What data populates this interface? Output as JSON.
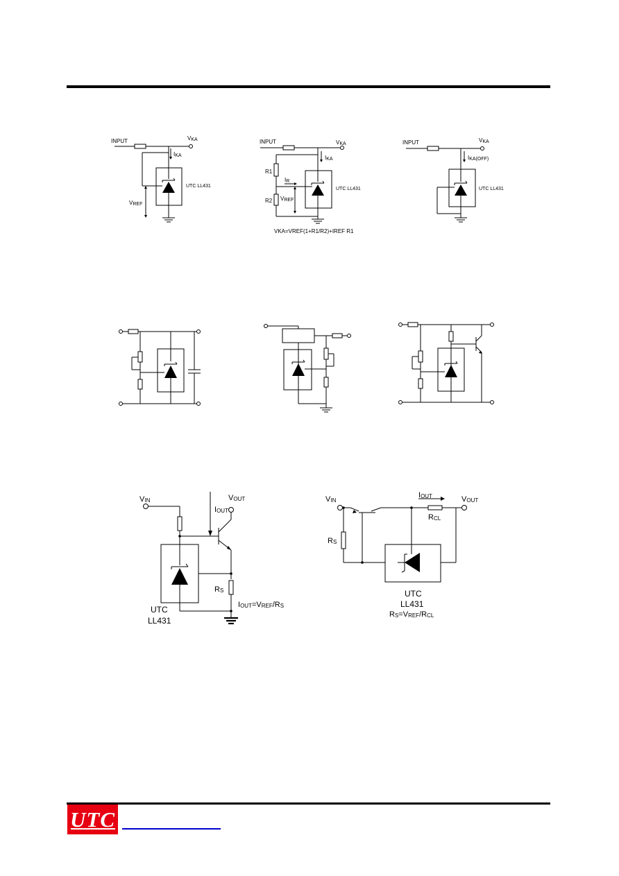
{
  "fig_a": {
    "input_label": "INPUT",
    "vka_label": "V",
    "vka_sub": "KA",
    "ika_label": "I",
    "ika_sub": "KA",
    "device_label": "UTC LL431",
    "vref_label": "V",
    "vref_sub": "REF"
  },
  "fig_b": {
    "input_label": "INPUT",
    "vka_label": "V",
    "vka_sub": "KA",
    "ika_label": "I",
    "ika_sub": "KA",
    "r1_label": "R1",
    "r2_label": "R2",
    "iref_label": "I",
    "iref_sub": "R",
    "vref_label": "V",
    "vref_sub": "REF",
    "device_label": "UTC LL431",
    "formula": "VKA=VREF(1+R1/R2)+IREF R1"
  },
  "fig_c": {
    "input_label": "INPUT",
    "vka_label": "V",
    "vka_sub": "KA",
    "ika_label": "I",
    "ika_sub": "KA(OFF)",
    "device_label": "UTC LL431"
  },
  "fig_g": {
    "vin_label": "V",
    "vin_sub": "IN",
    "vout_label": "V",
    "vout_sub": "OUT",
    "iout_label": "I",
    "iout_sub": "OUT",
    "rs_label": "R",
    "rs_sub": "S",
    "utc_label": "UTC",
    "part_label": "LL431",
    "formula_i": "I",
    "formula_i_sub": "OUT",
    "formula_eq": "=V",
    "formula_v_sub": "REF",
    "formula_div": "/R",
    "formula_r_sub": "S"
  },
  "fig_h": {
    "vin_label": "V",
    "vin_sub": "IN",
    "iout_label": "I",
    "iout_sub": "OUT",
    "vout_label": "V",
    "vout_sub": "OUT",
    "rcl_label": "R",
    "rcl_sub": "CL",
    "rs_label": "R",
    "rs_sub": "S",
    "utc_label": "UTC",
    "part_label": "LL431",
    "formula_r": "R",
    "formula_r_sub": "S",
    "formula_eq": "=V",
    "formula_v_sub": "REF",
    "formula_div": "/R",
    "formula_cl_sub": "CL"
  },
  "footer": {
    "logo_text": "UTC"
  }
}
